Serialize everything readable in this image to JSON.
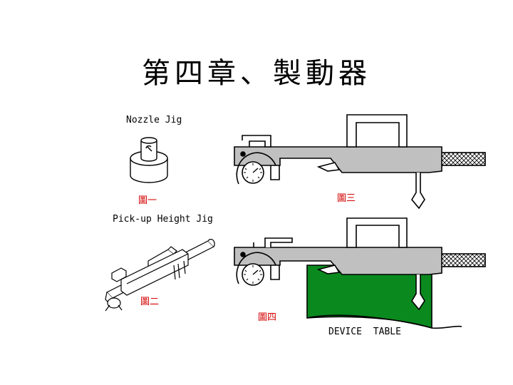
{
  "title": "第四章、製動器",
  "labels": {
    "nozzle_jig": "Nozzle Jig",
    "pickup_height_jig": "Pick-up Height Jig",
    "device_table": "DEVICE TABLE"
  },
  "captions": {
    "fig1": "圖一",
    "fig2": "圖二",
    "fig3": "圖三",
    "fig4": "圖四"
  },
  "colors": {
    "caption": "#d40000",
    "device_table": "#0a8a1e",
    "tool_fill": "#c0c0c0",
    "outline": "#000000"
  }
}
